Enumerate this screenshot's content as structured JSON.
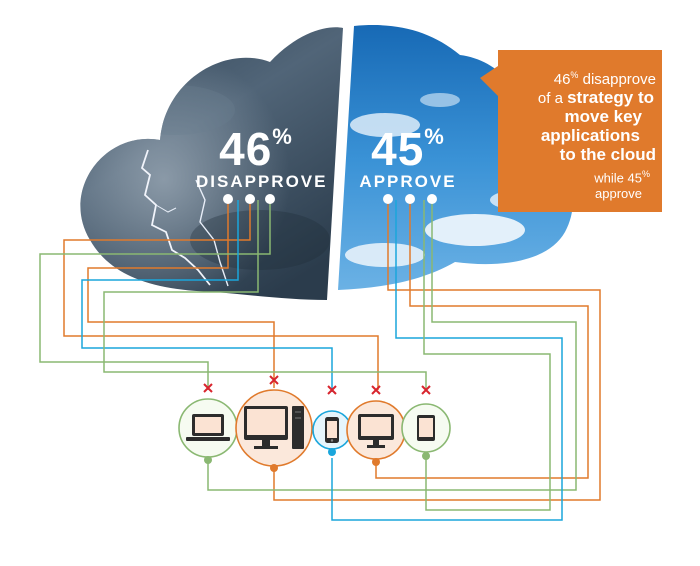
{
  "disapprove": {
    "percent": "46",
    "percent_sign": "%",
    "label": "DISAPPROVE"
  },
  "approve": {
    "percent": "45",
    "percent_sign": "%",
    "label": "APPROVE"
  },
  "callout": {
    "num1": "46",
    "sign1": "%",
    "text1": " disapprove",
    "text2": "of a ",
    "bold2": "strategy to",
    "bold3": "move key",
    "bold4": "applications",
    "bold5": "to the cloud",
    "text6": "while 45",
    "sign6": "%",
    "text7": "approve"
  },
  "devices": [
    "laptop-icon",
    "desktop-tower-icon",
    "smartphone-icon",
    "monitor-icon",
    "tablet-icon"
  ],
  "colors": {
    "orange": "#e07a2c",
    "blue": "#1aa6dc",
    "green": "#8ab872",
    "red_x": "#d8252e",
    "screen": "#fbe3d3",
    "device_dark": "#2c2c2c"
  }
}
